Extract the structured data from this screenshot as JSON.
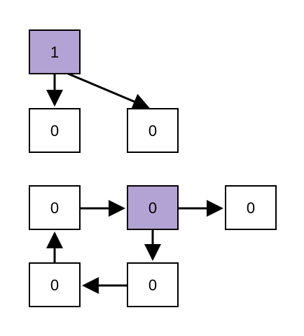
{
  "colors": {
    "highlight_fill": "#b3a3d5",
    "default_fill": "#ffffff",
    "stroke": "#000000"
  },
  "diagram": {
    "top_graph": {
      "nodes": [
        {
          "id": "t1",
          "label": "1",
          "highlighted": true
        },
        {
          "id": "t2",
          "label": "0",
          "highlighted": false
        },
        {
          "id": "t3",
          "label": "0",
          "highlighted": false
        }
      ],
      "edges": [
        {
          "from": "t1",
          "to": "t2"
        },
        {
          "from": "t1",
          "to": "t3"
        }
      ]
    },
    "bottom_graph": {
      "nodes": [
        {
          "id": "b1",
          "label": "0",
          "highlighted": false
        },
        {
          "id": "b2",
          "label": "0",
          "highlighted": true
        },
        {
          "id": "b3",
          "label": "0",
          "highlighted": false
        },
        {
          "id": "b4",
          "label": "0",
          "highlighted": false
        },
        {
          "id": "b5",
          "label": "0",
          "highlighted": false
        }
      ],
      "edges": [
        {
          "from": "b1",
          "to": "b2"
        },
        {
          "from": "b2",
          "to": "b3"
        },
        {
          "from": "b2",
          "to": "b5"
        },
        {
          "from": "b5",
          "to": "b4"
        },
        {
          "from": "b4",
          "to": "b1"
        }
      ]
    }
  }
}
